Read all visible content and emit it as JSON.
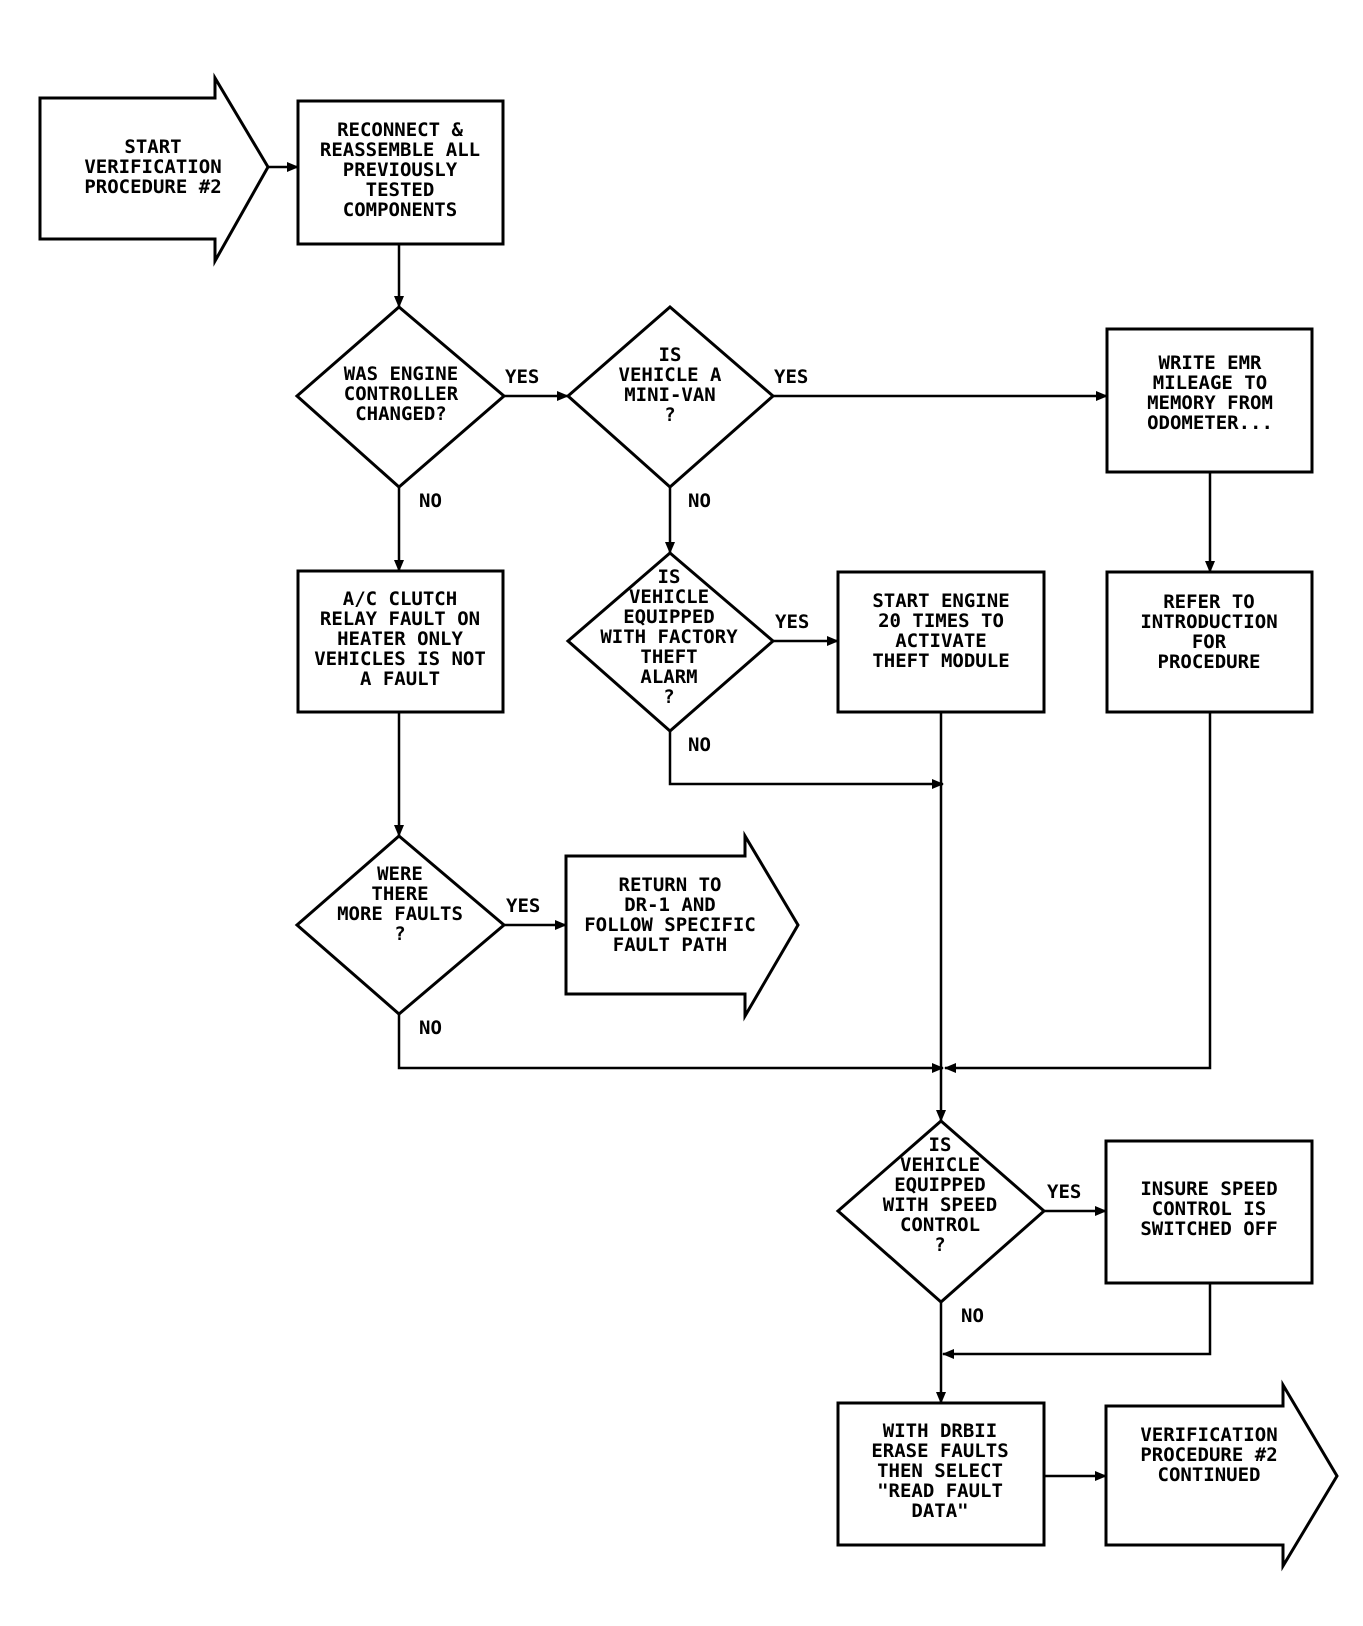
{
  "nodes": {
    "start": [
      "START",
      "VERIFICATION",
      "PROCEDURE #2"
    ],
    "reconnect": [
      "RECONNECT &",
      "REASSEMBLE ALL",
      "PREVIOUSLY",
      "TESTED",
      "COMPONENTS"
    ],
    "engine_changed": [
      "WAS ENGINE",
      "CONTROLLER",
      "CHANGED?"
    ],
    "mini_van": [
      "IS",
      "VEHICLE A",
      "MINI-VAN",
      "?"
    ],
    "write_emr": [
      "WRITE EMR",
      "MILEAGE TO",
      "MEMORY FROM",
      "ODOMETER..."
    ],
    "ac_clutch": [
      "A/C CLUTCH",
      "RELAY FAULT ON",
      "HEATER ONLY",
      "VEHICLES IS NOT",
      "A FAULT"
    ],
    "theft_alarm": [
      "IS",
      "VEHICLE",
      "EQUIPPED",
      "WITH FACTORY",
      "THEFT",
      "ALARM",
      "?"
    ],
    "start_engine": [
      "START ENGINE",
      "20 TIMES TO",
      "ACTIVATE",
      "THEFT MODULE"
    ],
    "refer_intro": [
      "REFER TO",
      "INTRODUCTION",
      "FOR",
      "PROCEDURE"
    ],
    "more_faults": [
      "WERE",
      "THERE",
      "MORE FAULTS",
      "?"
    ],
    "return_dr1": [
      "RETURN TO",
      "DR-1 AND",
      "FOLLOW SPECIFIC",
      "FAULT PATH"
    ],
    "speed_control": [
      "IS",
      "VEHICLE",
      "EQUIPPED",
      "WITH SPEED",
      "CONTROL",
      "?"
    ],
    "insure_speed": [
      "INSURE SPEED",
      "CONTROL IS",
      "SWITCHED OFF"
    ],
    "erase_faults": [
      "WITH DRBII",
      "ERASE FAULTS",
      "THEN SELECT",
      "\"READ FAULT",
      "DATA\""
    ],
    "continued": [
      "VERIFICATION",
      "PROCEDURE #2",
      "CONTINUED"
    ]
  },
  "edges": {
    "engine_yes": "YES",
    "engine_no": "NO",
    "minivan_yes": "YES",
    "minivan_no": "NO",
    "theft_yes": "YES",
    "theft_no": "NO",
    "faults_yes": "YES",
    "faults_no": "NO",
    "speed_yes": "YES",
    "speed_no": "NO"
  }
}
